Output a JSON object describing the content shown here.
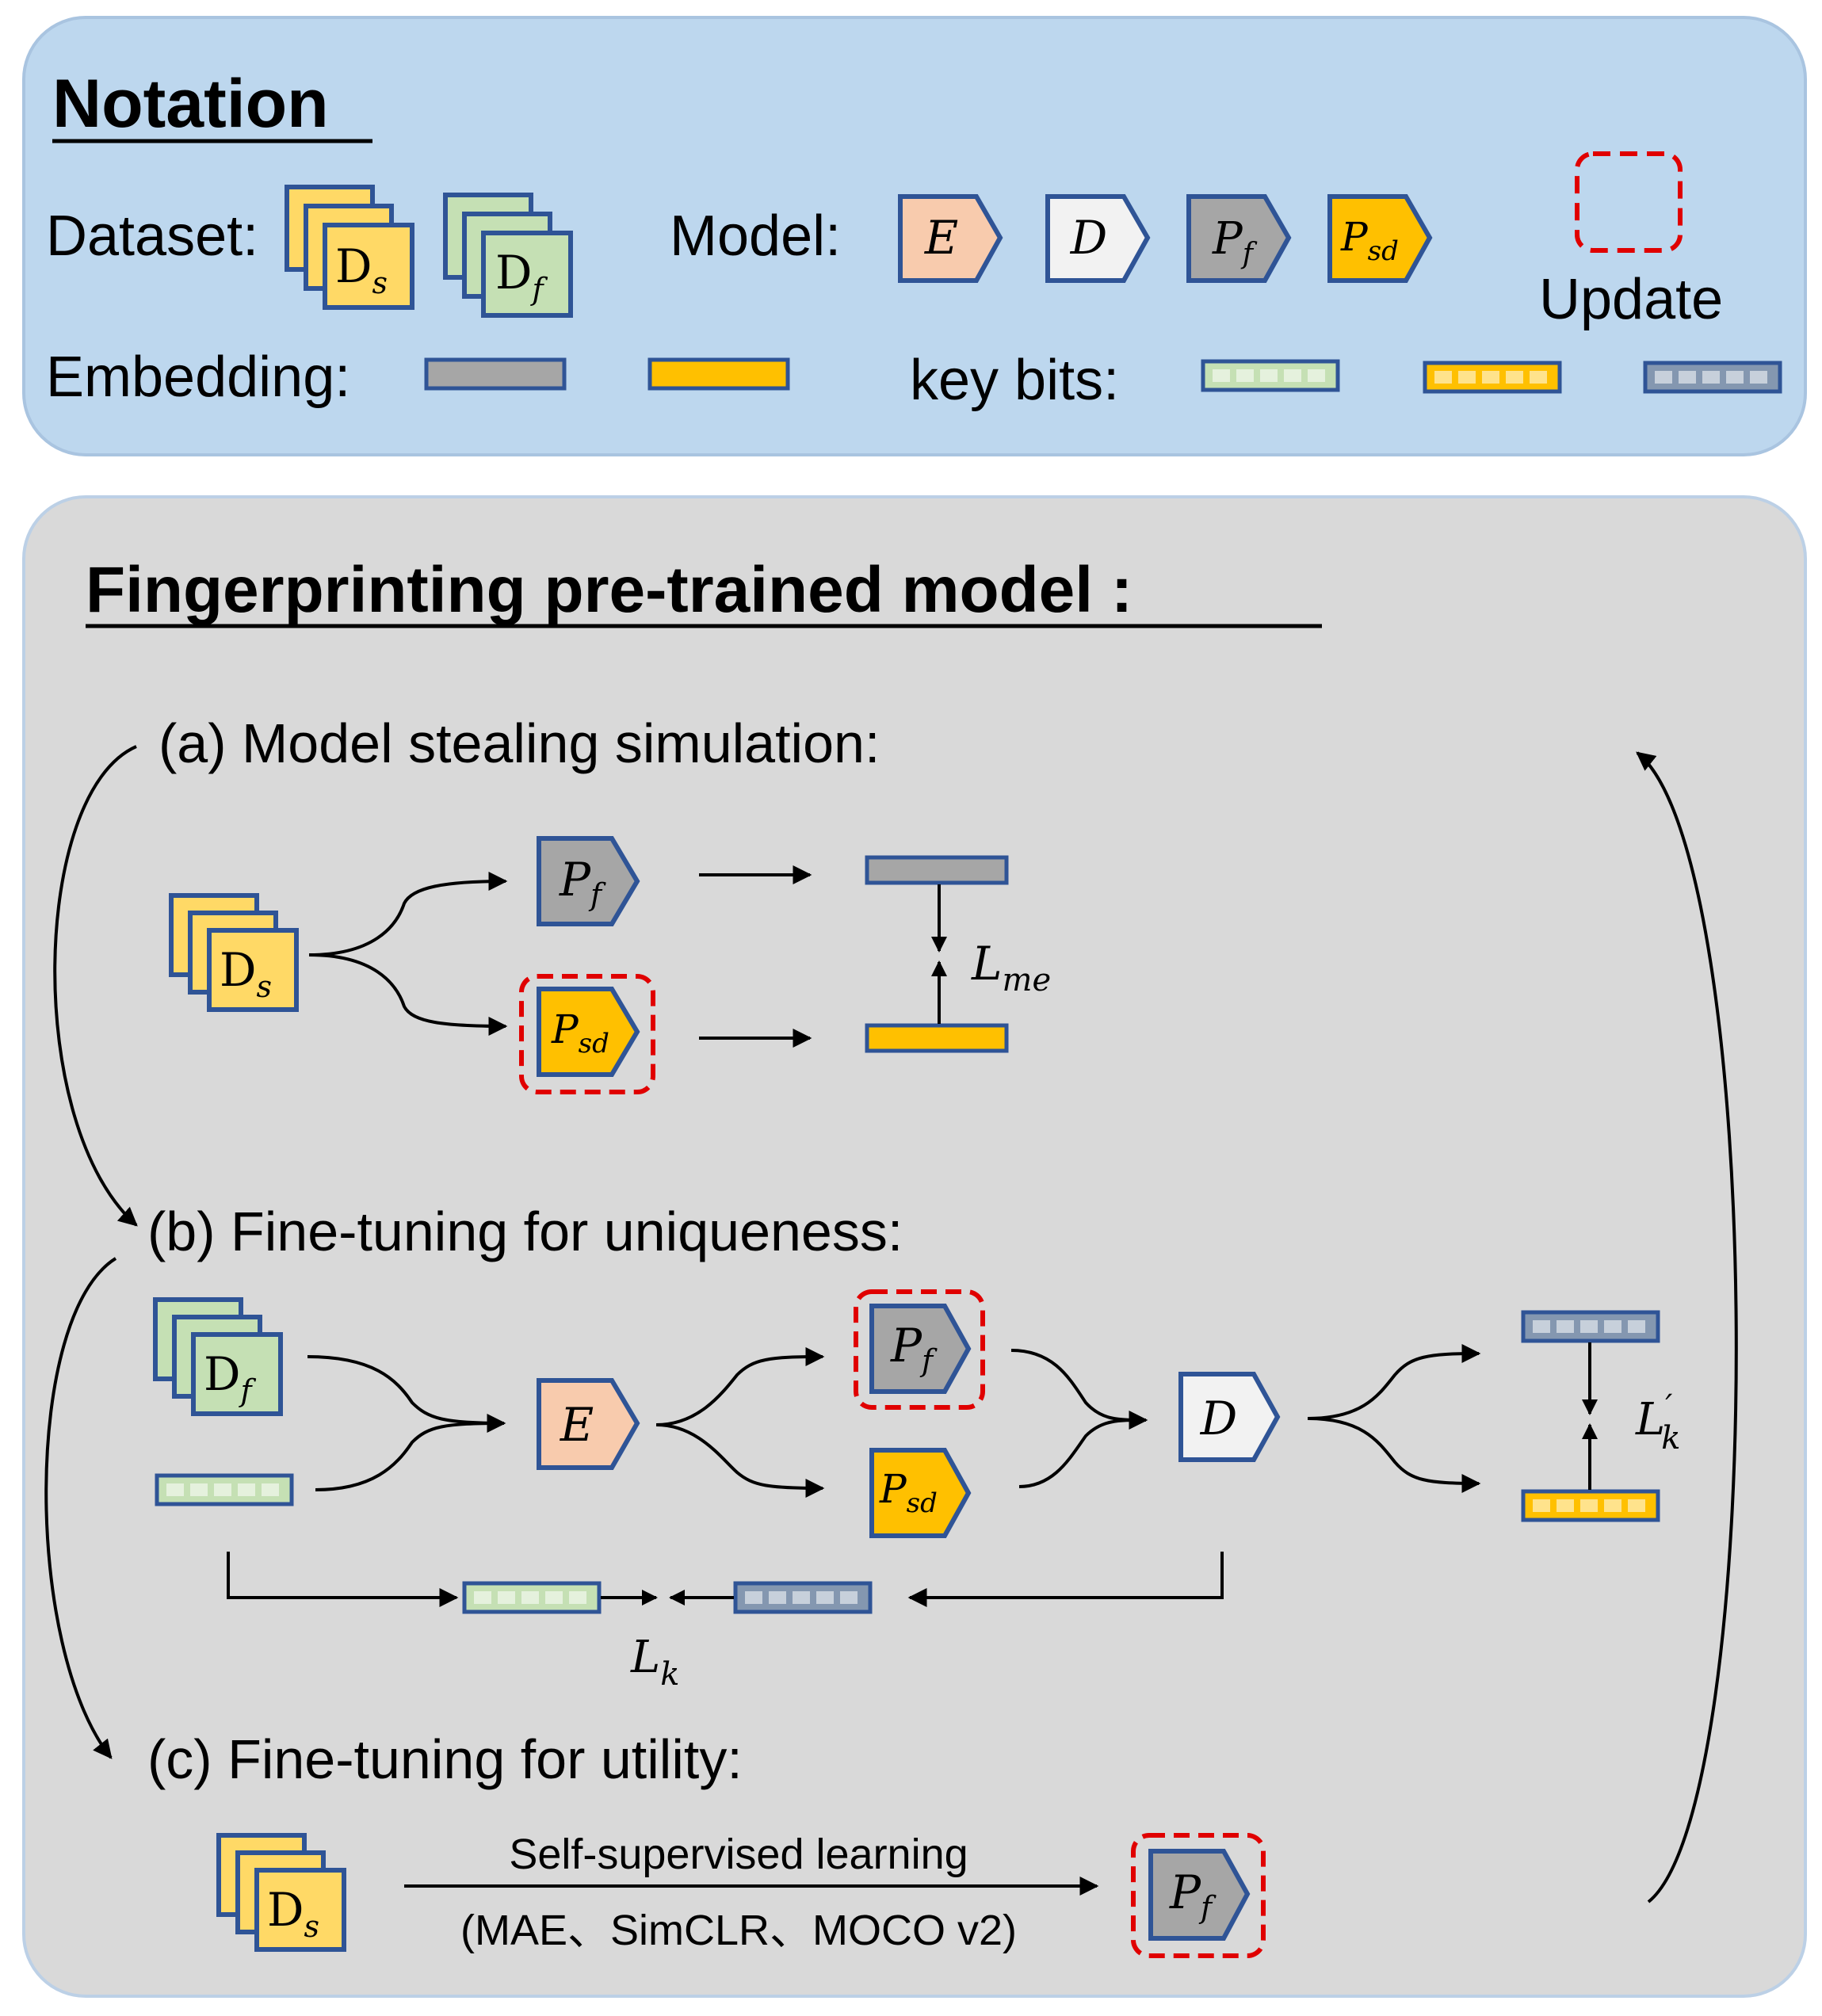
{
  "notation": {
    "title": "Notation",
    "dataset_label": "Dataset:",
    "model_label": "Model:",
    "update_label": "Update",
    "embedding_label": "Embedding:",
    "keybits_label": "key bits:"
  },
  "main": {
    "title": "Fingerprinting pre-trained model :",
    "step_a": "(a) Model stealing simulation:",
    "step_b": "(b) Fine-tuning for uniqueness:",
    "step_c": "(c) Fine-tuning for utility:",
    "ssl_top": "Self-supervised learning",
    "ssl_bottom": "(MAE、SimCLR、MOCO v2)"
  },
  "symbols": {
    "ds_main": "D",
    "ds_sub": "s",
    "df_main": "D",
    "df_sub": "f",
    "E": "E",
    "D": "D",
    "pf_main": "P",
    "pf_sub": "f",
    "psd_main": "P",
    "psd_sub": "sd",
    "lme_main": "L",
    "lme_sub": "me",
    "lk_main": "L",
    "lk_sub": "k",
    "lkp_main": "L",
    "lkp_prime": "′",
    "lkp_sub": "k"
  },
  "colors": {
    "notation_bg": "#bdd7ee",
    "main_bg": "#d9d9d9",
    "outline_blue": "#2f5496",
    "dataset_s_fill": "#ffd966",
    "dataset_f_fill": "#c5e0b4",
    "encoder_fill": "#f8cbad",
    "decoder_fill": "#f2f2f2",
    "pf_fill": "#a6a6a6",
    "psd_fill": "#ffc000",
    "update_red": "#e00000",
    "gray_embed": "#a6a6a6",
    "orange_embed": "#ffc000",
    "green_bits": "#c5e0b4",
    "gray_bits": "#8497b0"
  }
}
